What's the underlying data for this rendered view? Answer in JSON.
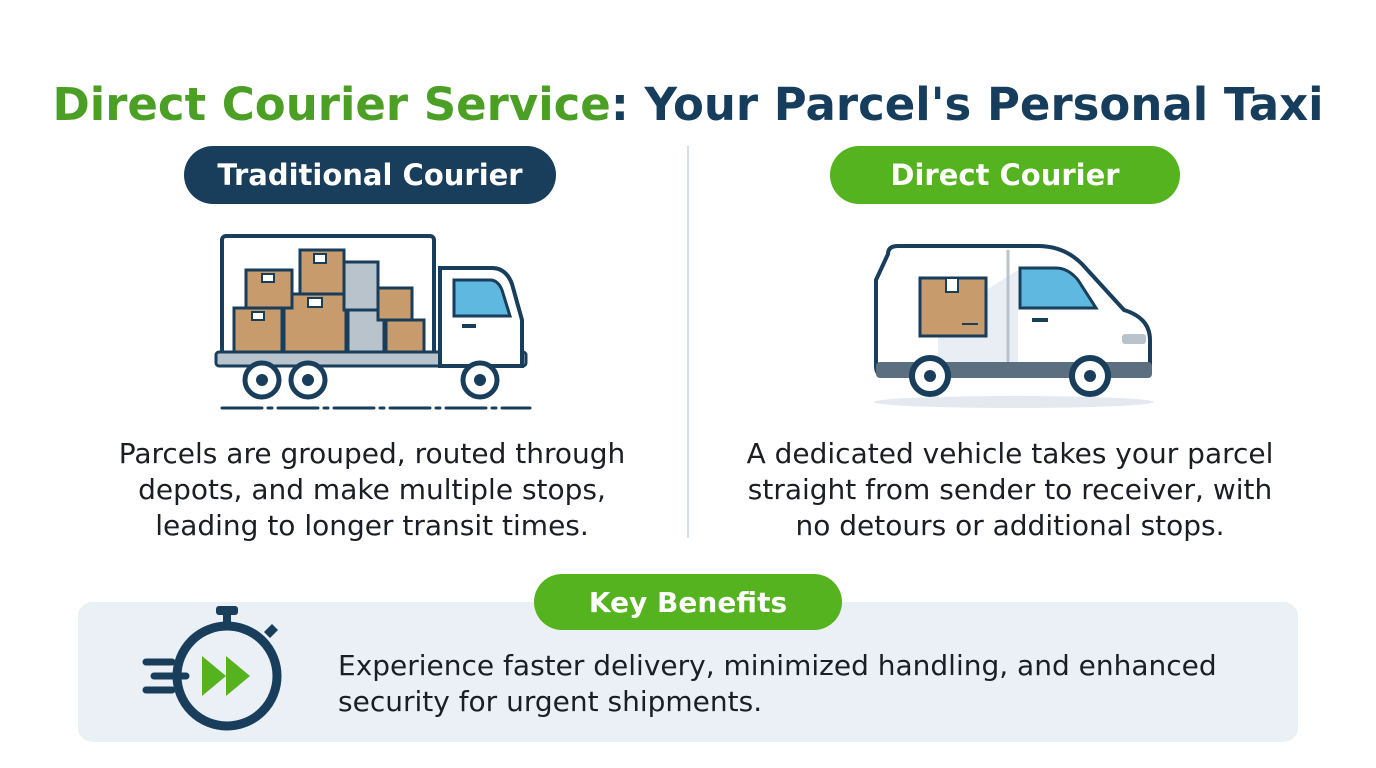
{
  "title": {
    "part1": "Direct Courier Service",
    "part2": ": Your Parcel's Personal Taxi"
  },
  "traditional": {
    "label": "Traditional Courier",
    "description": "Parcels are grouped, routed through depots, and make multiple stops, leading to longer transit times."
  },
  "direct": {
    "label": "Direct Courier",
    "description": "A dedicated vehicle takes your parcel straight from sender to receiver, with no detours or additional stops."
  },
  "benefits": {
    "label": "Key Benefits",
    "text": "Experience faster delivery, minimized handling, and enhanced security for urgent shipments."
  },
  "icons": {
    "truck": "box-truck-icon",
    "van": "delivery-van-icon",
    "stopwatch": "fast-forward-stopwatch-icon"
  },
  "colors": {
    "green": "#54b31e",
    "navy": "#183e5c",
    "panel": "#eaf0f5"
  }
}
